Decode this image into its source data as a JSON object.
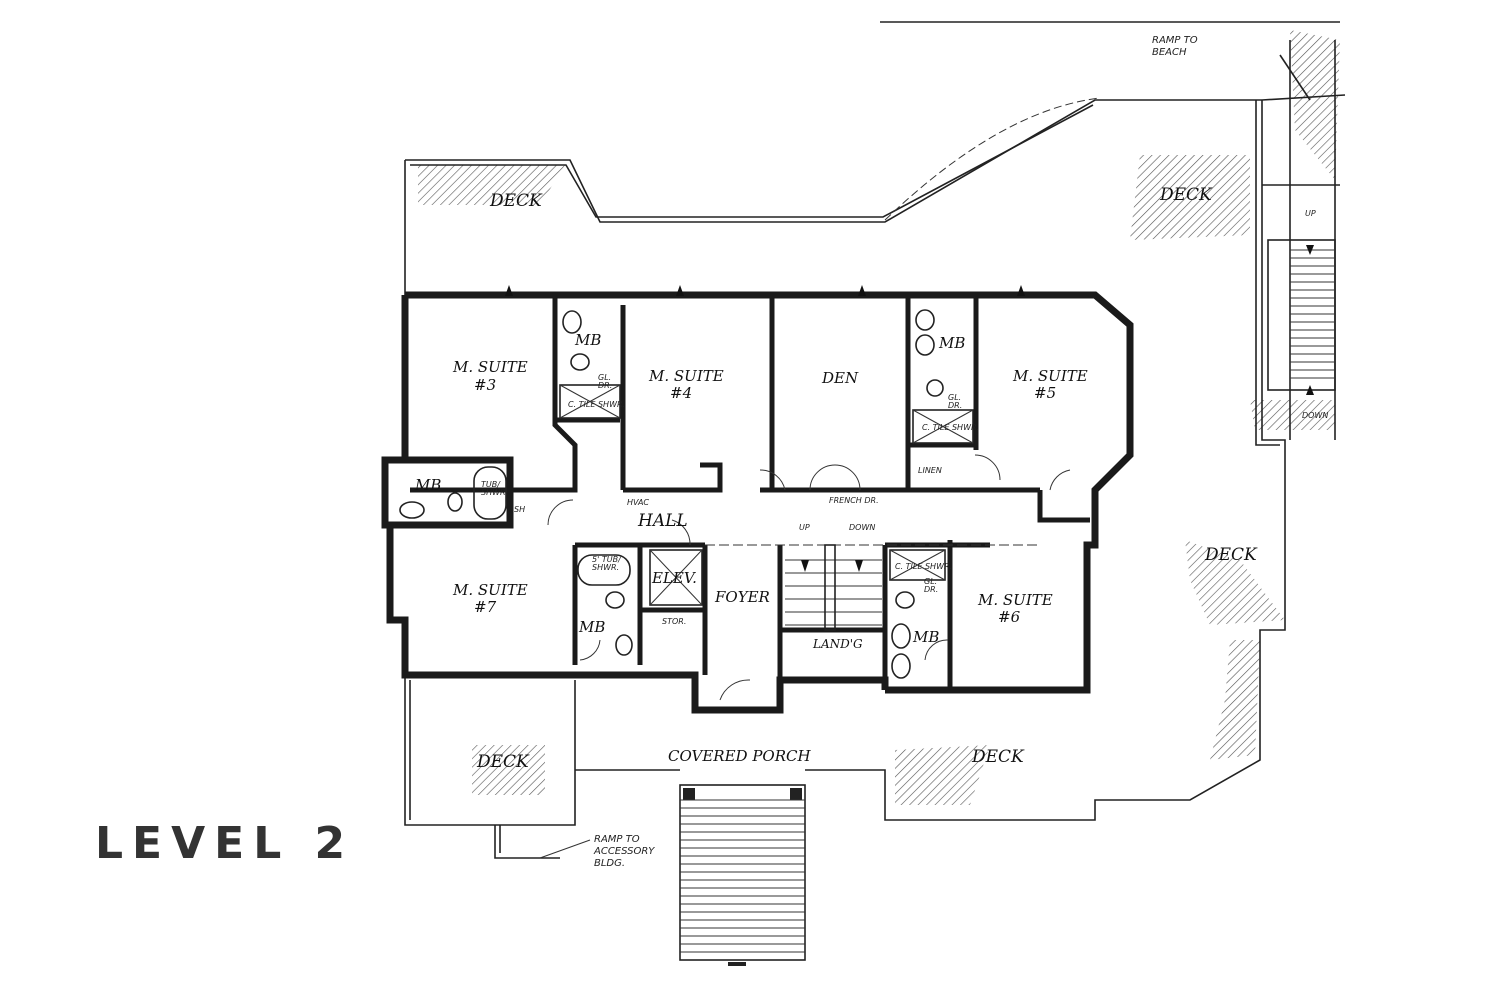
{
  "title": "LEVEL 2",
  "labels": {
    "deck_top_left": "DECK",
    "deck_top_right": "DECK",
    "deck_right": "DECK",
    "deck_bottom_right": "DECK",
    "deck_bottom_left": "DECK",
    "ramp_beach_1": "RAMP TO",
    "ramp_beach_2": "BEACH",
    "ramp_up": "UP",
    "ramp_down": "DOWN",
    "suite3_a": "M. SUITE",
    "suite3_b": "#3",
    "suite4_a": "M. SUITE",
    "suite4_b": "#4",
    "suite5_a": "M. SUITE",
    "suite5_b": "#5",
    "suite6_a": "M. SUITE",
    "suite6_b": "#6",
    "suite7_a": "M. SUITE",
    "suite7_b": "#7",
    "den": "DEN",
    "hall": "HALL",
    "foyer": "FOYER",
    "elev": "ELEV.",
    "stor": "STOR.",
    "landing": "LAND'G",
    "stair_up": "UP",
    "stair_down": "DOWN",
    "hvac": "HVAC",
    "french_dr": "FRENCH DR.",
    "linen": "LINEN",
    "mb": "MB",
    "tile_shwr": "C. TILE SHWR.",
    "gl_dr_1": "GL.",
    "gl_dr_2": "DR.",
    "tub_shwr_1": "TUB/",
    "tub_shwr_2": "SHWR.",
    "tub5_1": "5' TUB/",
    "tub5_2": "SHWR.",
    "sh": "SH",
    "covered_porch": "COVERED PORCH",
    "ramp_acc_1": "RAMP TO",
    "ramp_acc_2": "ACCESSORY",
    "ramp_acc_3": "BLDG."
  }
}
